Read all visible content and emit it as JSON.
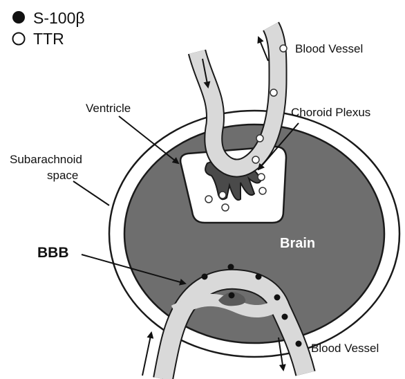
{
  "legend": {
    "items": [
      {
        "symbol": "filled-circle",
        "label": "S-100β"
      },
      {
        "symbol": "open-circle",
        "label": "TTR"
      }
    ]
  },
  "labels": {
    "blood_vessel_top": "Blood Vessel",
    "ventricle": "Ventricle",
    "choroid_plexus": "Choroid Plexus",
    "subarachnoid_line1": "Subarachnoid",
    "subarachnoid_line2": "space",
    "bbb": "BBB",
    "brain": "Brain",
    "blood_vessel_bottom": "Blood Vessel"
  },
  "colors": {
    "brain_fill": "#6e6e6e",
    "vessel_fill": "#d9d9d9",
    "outline": "#1a1a1a",
    "brain_label": "#ffffff"
  }
}
